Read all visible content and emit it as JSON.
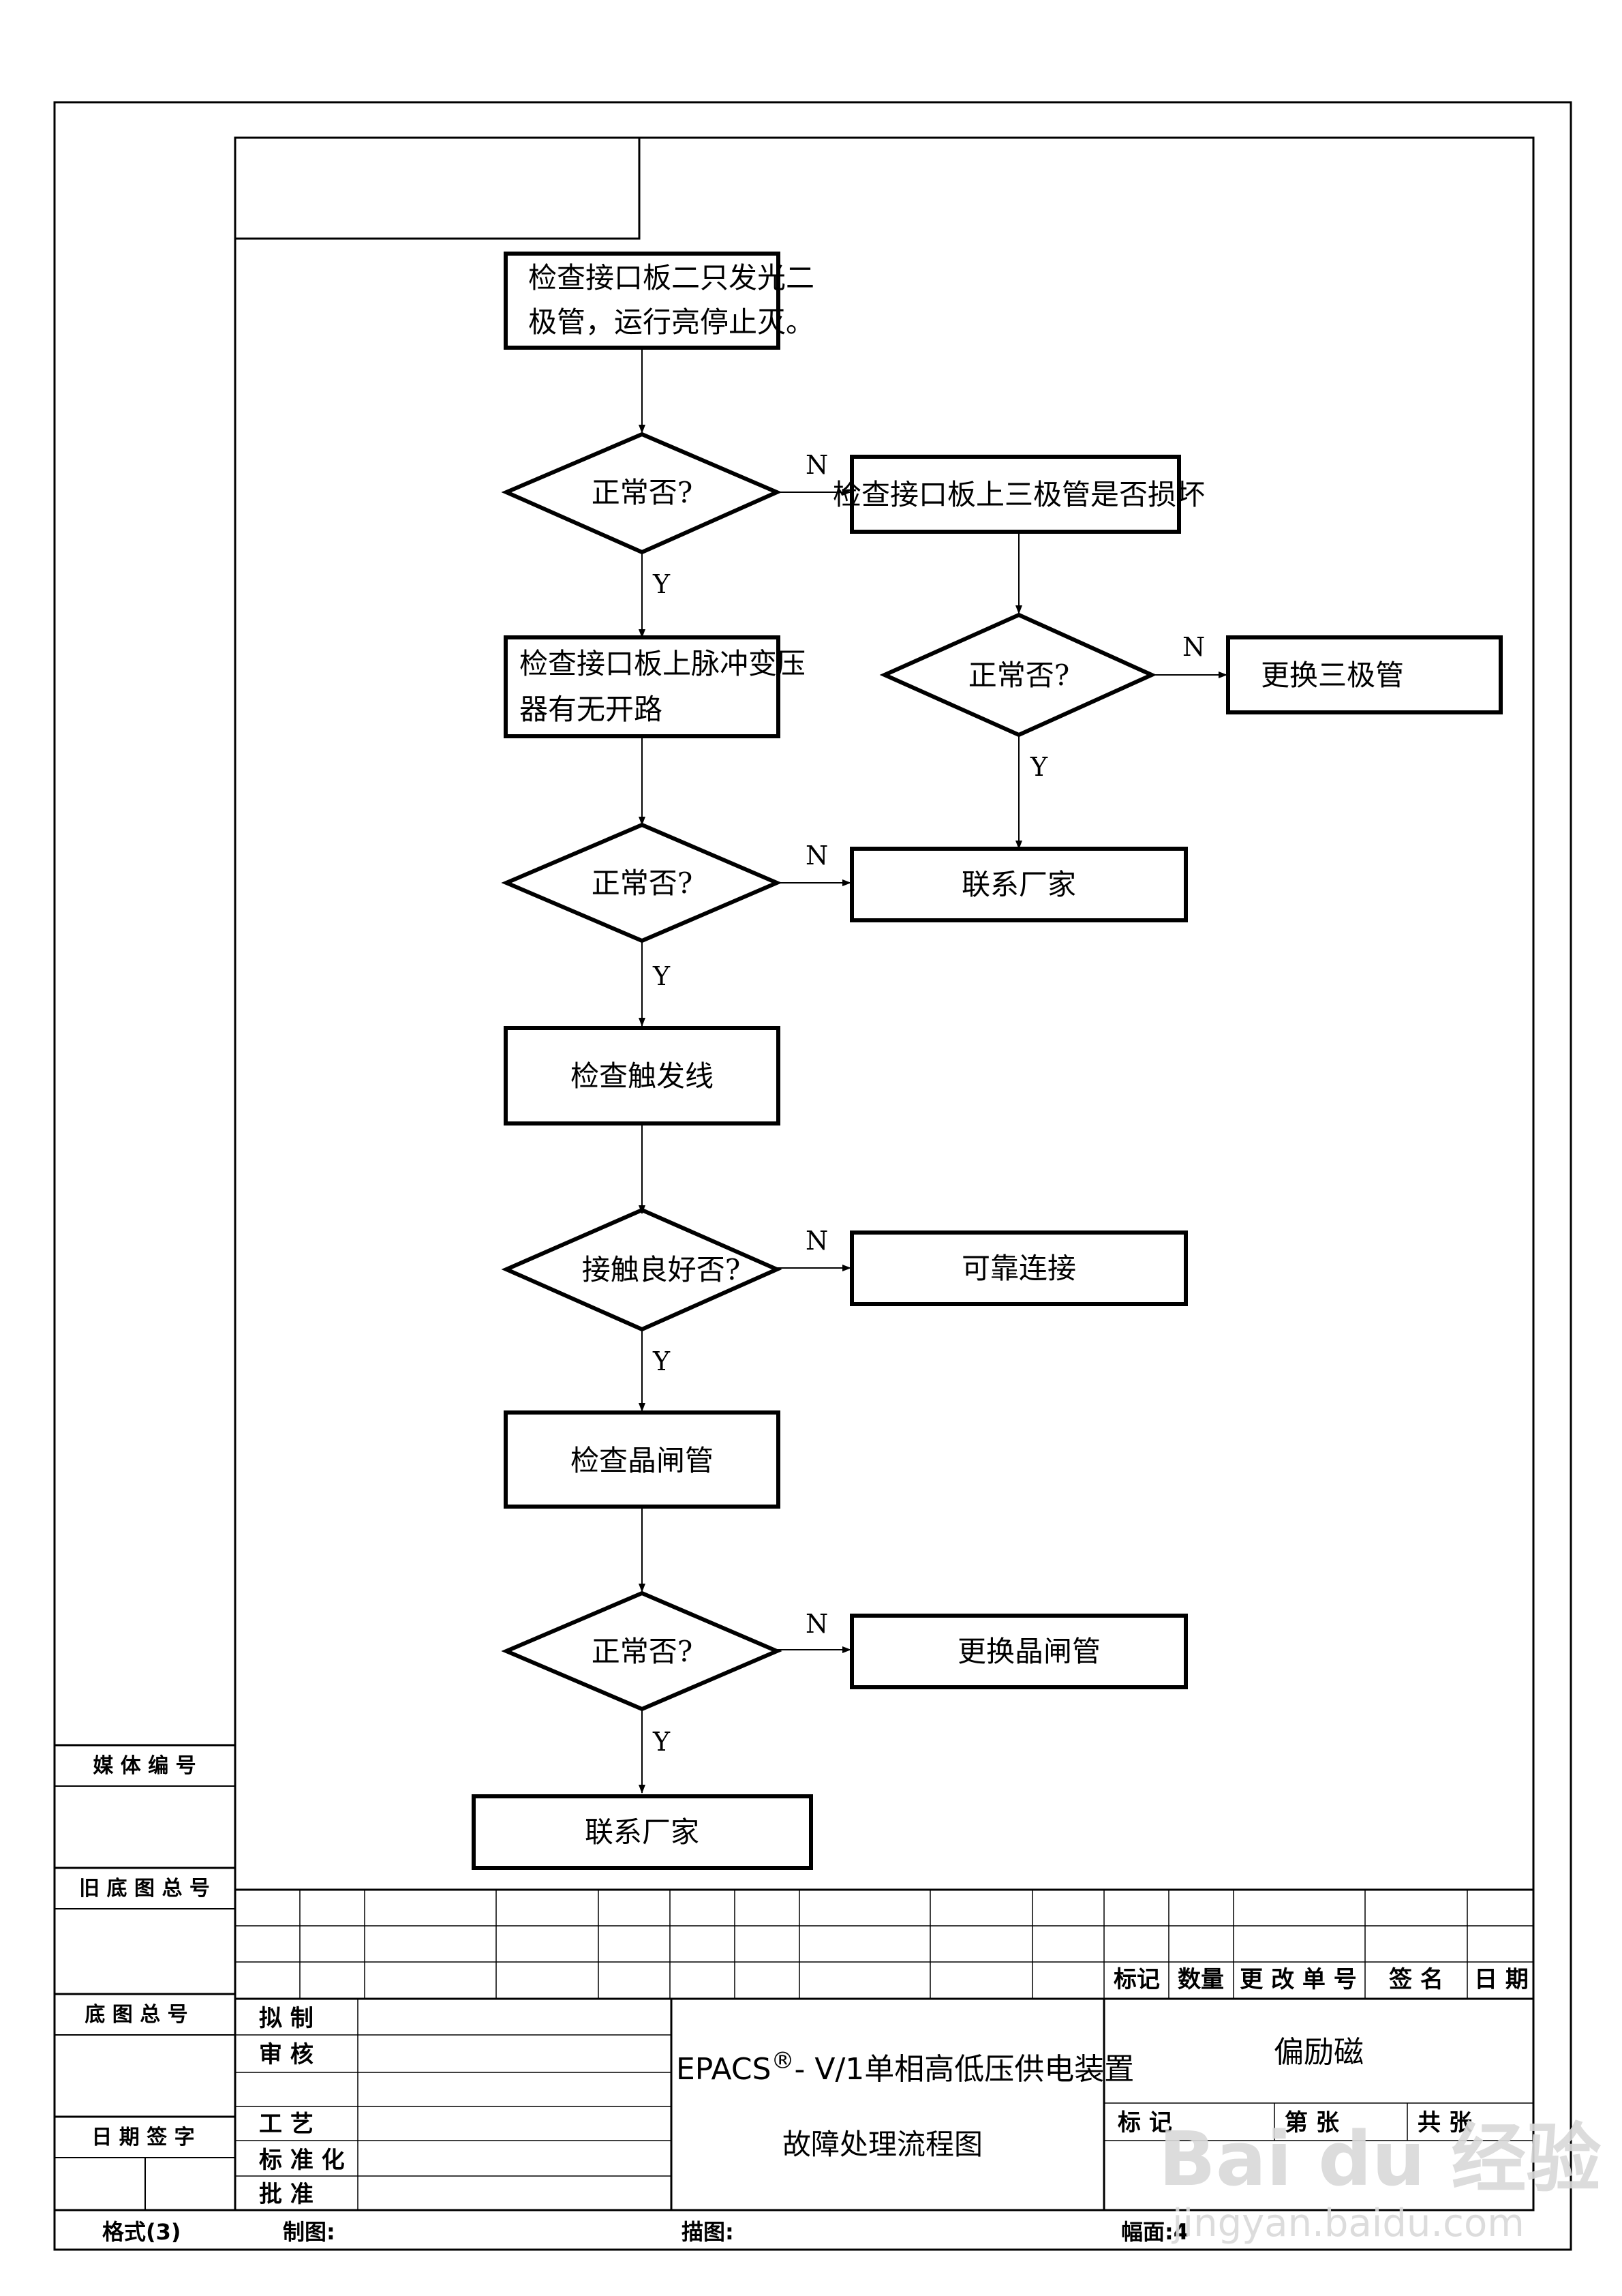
{
  "flowchart": {
    "start": {
      "line1": "检查接口板二只发光二",
      "line2": "极管，运行亮停止灭。"
    },
    "decision_1": "正常否?",
    "check_triode": "检查接口板上三极管是否损坏",
    "decision_triode": "正常否?",
    "replace_triode": "更换三极管",
    "check_pulse": {
      "line1": "检查接口板上脉冲变压",
      "line2": "器有无开路"
    },
    "decision_2": "正常否?",
    "contact_vendor_1": "联系厂家",
    "check_trigger": "检查触发线",
    "decision_3": "接触良好否?",
    "reliable_connect": "可靠连接",
    "check_thyristor": "检查晶闸管",
    "decision_4": "正常否?",
    "replace_thyristor": "更换晶闸管",
    "contact_vendor_2": "联系厂家",
    "label_n": "N",
    "label_y": "Y"
  },
  "side_column": {
    "media_no": "媒 体 编 号",
    "old_base_total": "旧 底 图 总 号",
    "base_total": "底 图 总 号",
    "date_sign": "日  期  签  字"
  },
  "title_block": {
    "rev_mark": "标记",
    "rev_qty": "数量",
    "rev_change_no": "更 改 单 号",
    "rev_sign": "签   名",
    "rev_date": "日   期",
    "draft": "拟      制",
    "review": "审      核",
    "process": "工      艺",
    "standard": "标  准  化",
    "approve": "批      准",
    "product_prefix": "EPACS",
    "registered": "®",
    "product_suffix": "- V/1单相高低压供电装置",
    "drawing_title": "故障处理流程图",
    "code_name": "偏励磁",
    "mark_label": "标      记",
    "sheet_label": "第      张",
    "total_label": "共      张"
  },
  "footer": {
    "format": "格式(3)",
    "drawn_by": "制图:",
    "traced_by": "描图:",
    "sheet_size": "幅面:4"
  },
  "watermark": {
    "brand": "Bai du 经验",
    "url": "jingyan.baidu.com"
  }
}
